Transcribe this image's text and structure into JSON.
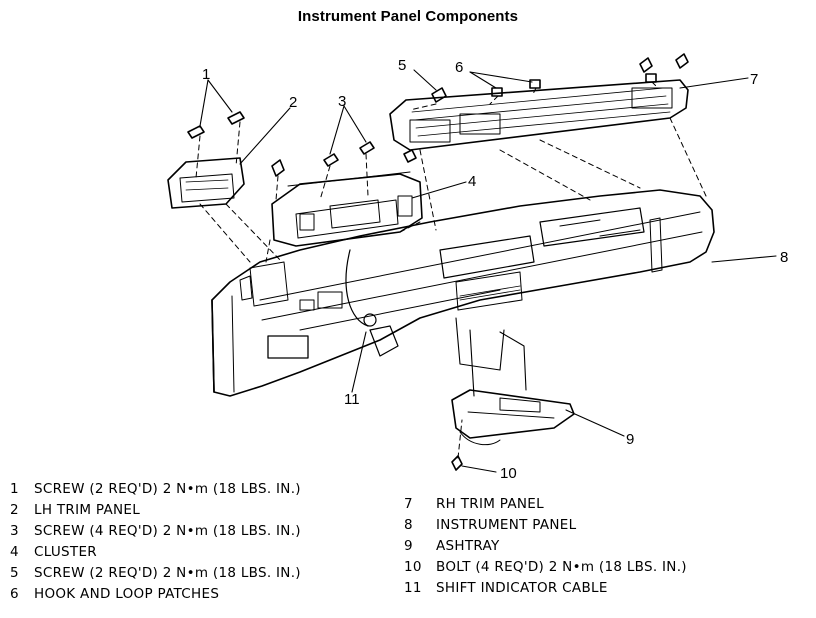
{
  "title": "Instrument Panel Components",
  "callouts": [
    "1",
    "2",
    "3",
    "4",
    "5",
    "6",
    "7",
    "8",
    "9",
    "10",
    "11"
  ],
  "legend": {
    "left": [
      {
        "num": "1",
        "text": "SCREW (2 REQ'D) 2 N•m (18 LBS. IN.)"
      },
      {
        "num": "2",
        "text": "LH TRIM PANEL"
      },
      {
        "num": "3",
        "text": "SCREW (4 REQ'D) 2 N•m (18 LBS. IN.)"
      },
      {
        "num": "4",
        "text": "CLUSTER"
      },
      {
        "num": "5",
        "text": "SCREW (2 REQ'D) 2 N•m (18 LBS. IN.)"
      },
      {
        "num": "6",
        "text": "HOOK AND LOOP PATCHES"
      }
    ],
    "right": [
      {
        "num": "7",
        "text": "RH TRIM PANEL"
      },
      {
        "num": "8",
        "text": "INSTRUMENT PANEL"
      },
      {
        "num": "9",
        "text": "ASHTRAY"
      },
      {
        "num": "10",
        "text": "BOLT (4 REQ'D) 2 N•m (18 LBS. IN.)"
      },
      {
        "num": "11",
        "text": "SHIFT INDICATOR CABLE"
      }
    ]
  }
}
